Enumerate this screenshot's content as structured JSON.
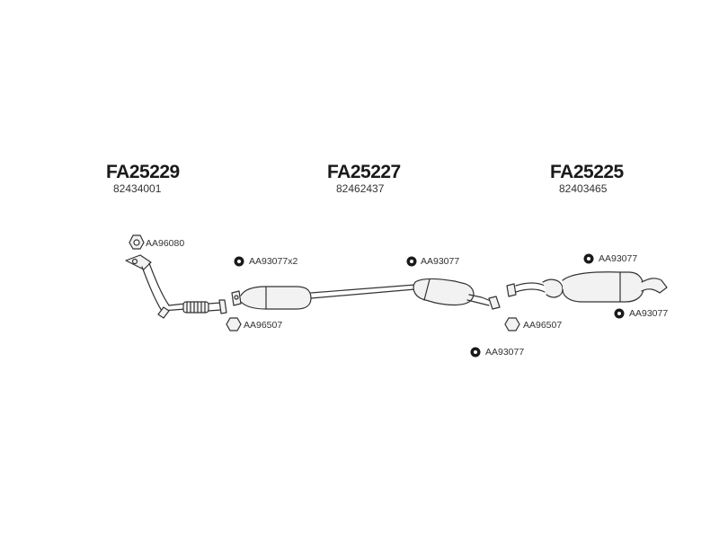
{
  "sections": [
    {
      "code": "FA25229",
      "number": "82434001"
    },
    {
      "code": "FA25227",
      "number": "82462437"
    },
    {
      "code": "FA25225",
      "number": "82403465"
    }
  ],
  "parts": [
    {
      "label": "AA96080",
      "icon": "flange-gasket-icon"
    },
    {
      "label": "AA93077x2",
      "icon": "rubber-mount-icon"
    },
    {
      "label": "AA96507",
      "icon": "ring-gasket-icon"
    },
    {
      "label": "AA93077",
      "icon": "rubber-mount-icon"
    },
    {
      "label": "AA93077",
      "icon": "rubber-mount-icon"
    },
    {
      "label": "AA96507",
      "icon": "ring-gasket-icon"
    },
    {
      "label": "AA93077",
      "icon": "rubber-mount-icon"
    },
    {
      "label": "AA93077",
      "icon": "rubber-mount-icon"
    }
  ],
  "colors": {
    "stroke": "#333333",
    "part_fill": "#f2f2f2",
    "mount_fill": "#1a1a1a"
  }
}
